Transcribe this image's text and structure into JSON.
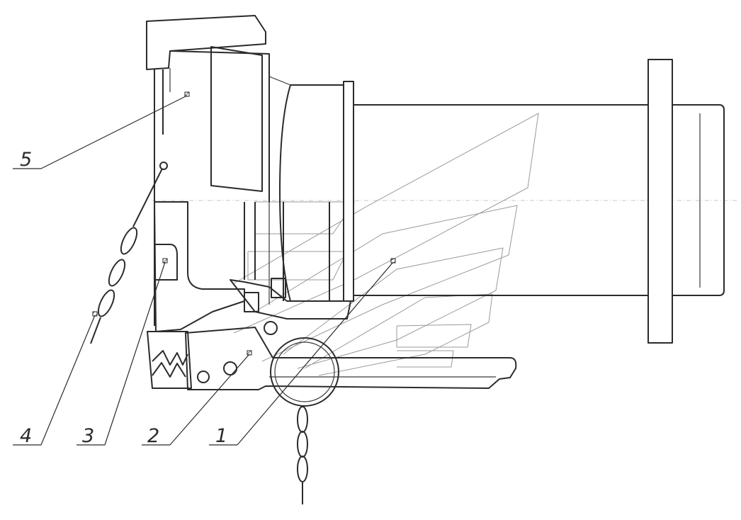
{
  "callouts": [
    "5",
    "4",
    "3",
    "2",
    "1"
  ],
  "colors": {
    "line": "#2b2b2b",
    "watermark": "#9a9a9a",
    "axis": "#b5b5b5"
  }
}
